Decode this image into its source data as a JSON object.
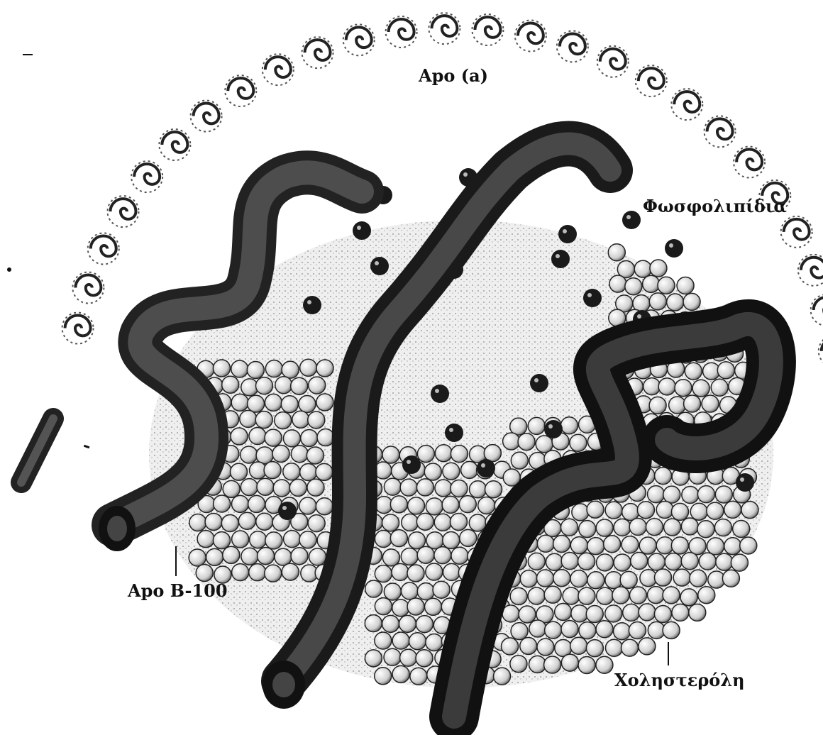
{
  "labels": {
    "apo_a": "Apo (a)",
    "phospholipids": "Φωσφολιπίδια",
    "apo_b100": "Apo B-100",
    "cholesterol": "Χοληστερόλη"
  },
  "colors": {
    "ink": "#111111",
    "protein_dark": "#2a2a2a",
    "protein_mid": "#555555",
    "bead_light": "#e9e9e9",
    "bead_outline": "#222222",
    "dot": "#1a1a1a"
  }
}
